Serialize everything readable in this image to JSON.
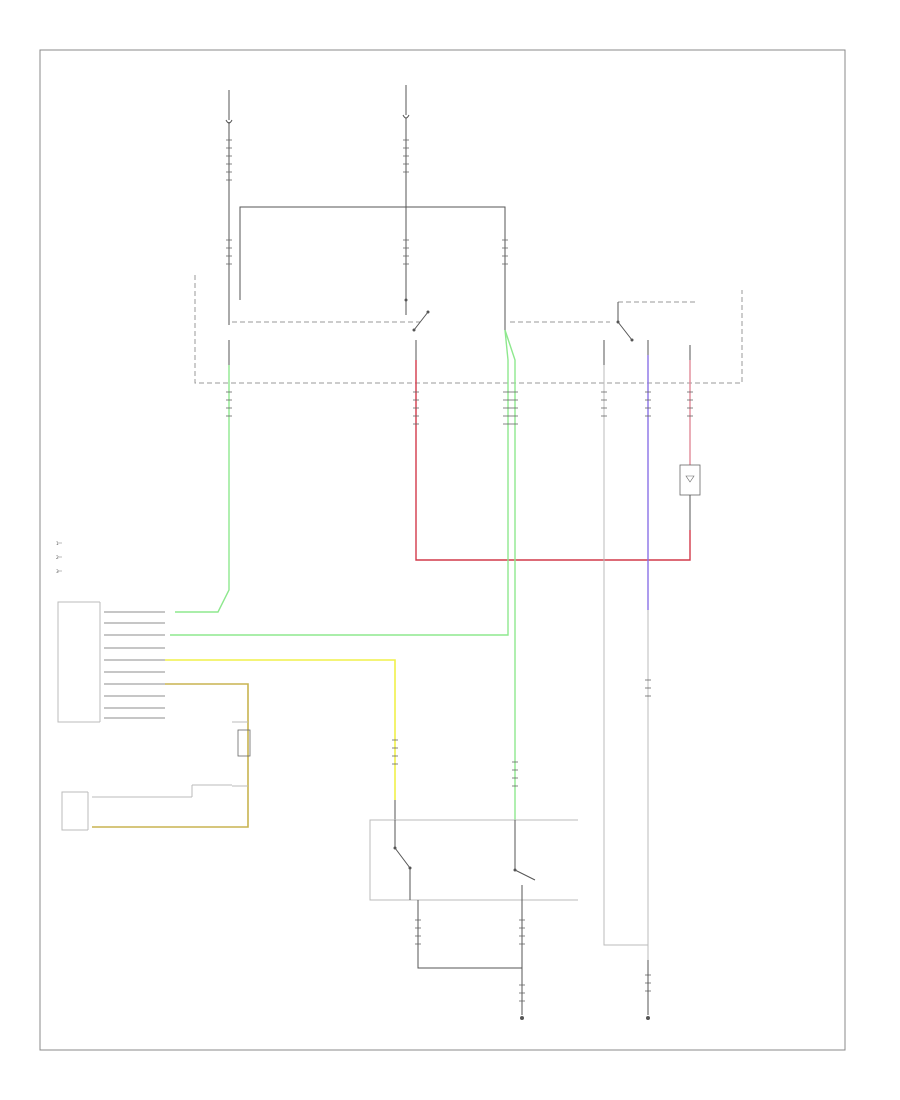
{
  "diagram": {
    "footer_code": "",
    "legend": [
      {
        "key": "1",
        "text": ""
      },
      {
        "key": "2",
        "text": ""
      },
      {
        "key": "3",
        "text": ""
      }
    ],
    "colors": {
      "green_wire": "#8ee88e",
      "red_wire": "#d23a4a",
      "blue_wire": "#8a72e6",
      "yellow_wire": "#f0f04a",
      "yellow_brown_wire": "#c8b450"
    }
  }
}
